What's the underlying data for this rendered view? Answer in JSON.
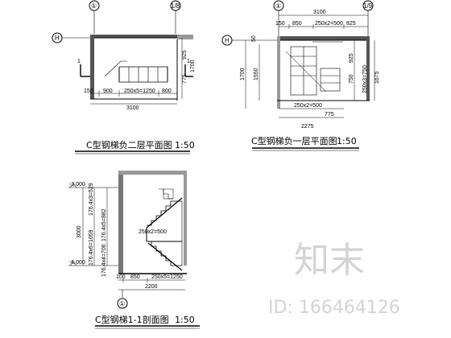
{
  "plan_b2": {
    "title": "C型钢梯负二层平面图",
    "scale": "1:50",
    "axis_left": "①",
    "axis_right": "1/8",
    "axis_row": "H",
    "section_mark": "1",
    "dims_right": [
      "925",
      "1700",
      "775"
    ],
    "dim_bottom_parts": [
      "150",
      "900",
      "250x5=1250",
      "800"
    ],
    "dim_total": "3100"
  },
  "plan_b1": {
    "title": "C型钢梯负一层平面图",
    "scale": "1:50",
    "axis_left": "①",
    "axis_right": "1/9",
    "axis_row": "H",
    "dim_total_top": "3100",
    "dims_top": [
      "150",
      "850",
      "250x2=500",
      "825"
    ],
    "dim_top_small": "50",
    "dims_left": [
      "1700",
      "1550"
    ],
    "dims_right": [
      "925",
      "750",
      "250x3=750",
      "1675"
    ],
    "dim_bottom_tread": "250x2=500",
    "dim_bottom_small": "775",
    "dim_bottom_total": "2275"
  },
  "section": {
    "title": "C型钢梯1-1剖面图",
    "scale": "1:50",
    "axis_bottom": "①",
    "level_top": "-3.000",
    "level_bottom": "-6.000",
    "dim_height": "3000",
    "dim_upper_flight": "176.4x6=1059",
    "dim_lower_flight": "176.4x4=706",
    "dim_mid_a": "176.4x5=882",
    "dim_mid_b": "176.4x3=529",
    "dim_tread_upper": "250x2=500",
    "dims_bottom_parts": [
      "100",
      "850",
      "250x5=1250"
    ],
    "dim_bottom_total": "2200"
  },
  "watermark": {
    "brand": "知末",
    "id_text": "ID: 166464126"
  }
}
